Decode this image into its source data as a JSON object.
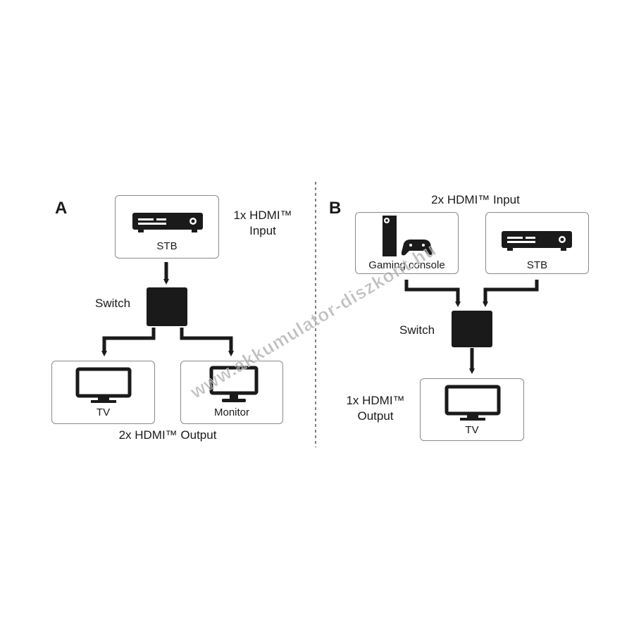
{
  "panel_a": {
    "letter": "A",
    "input_label_line1": "1x HDMI™",
    "input_label_line2": "Input",
    "stb_label": "STB",
    "switch_label": "Switch",
    "tv_label": "TV",
    "monitor_label": "Monitor",
    "output_label": "2x HDMI™ Output"
  },
  "panel_b": {
    "letter": "B",
    "input_label": "2x HDMI™ Input",
    "console_label": "Gaming console",
    "stb_label": "STB",
    "switch_label": "Switch",
    "output_label_line1": "1x HDMI™",
    "output_label_line2": "Output",
    "tv_label": "TV"
  },
  "watermark": "www.akkumulator-diszkont.hu",
  "colors": {
    "ink": "#1a1a1a",
    "box_border": "#8a8a8a",
    "divider": "#555555"
  }
}
